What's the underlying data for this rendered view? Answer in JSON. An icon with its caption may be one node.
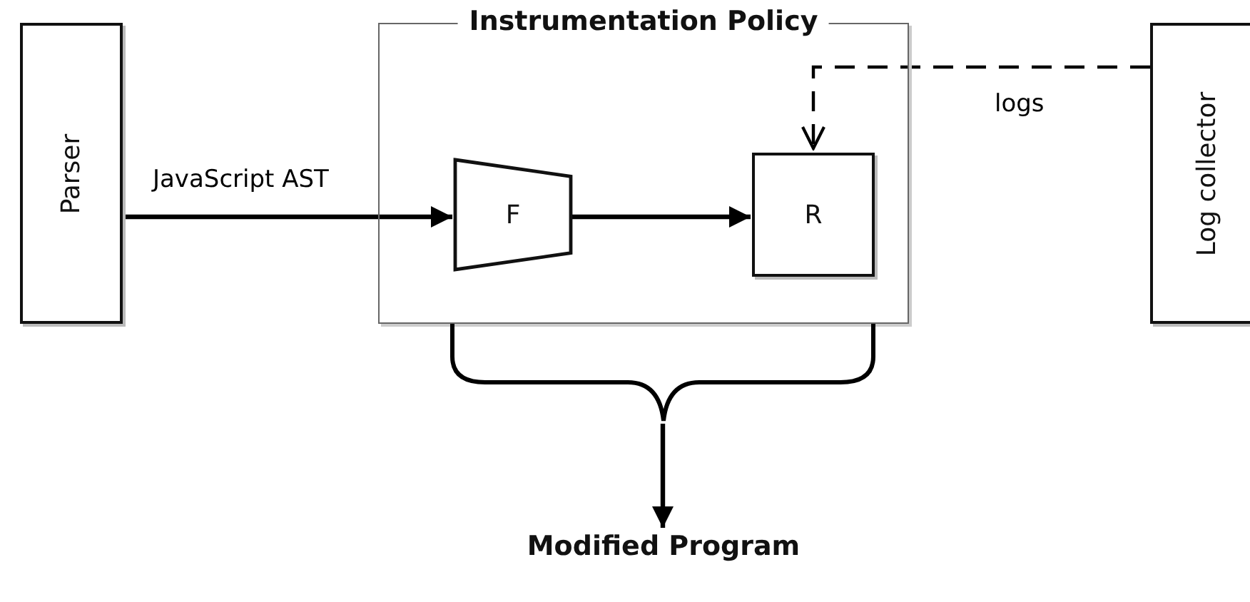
{
  "diagram": {
    "nodes": [
      {
        "text": [
          "Parser"
        ]
      },
      {
        "text": [
          "Instrumentation Policy"
        ]
      },
      {
        "text": [
          "F"
        ],
        "in": 1
      },
      {
        "text": [
          "R"
        ],
        "in": 1
      },
      {
        "text": [
          "Log collector"
        ]
      },
      {
        "text": [
          "Modified Program"
        ]
      },
      {
        "text": [],
        "shape": "brace"
      }
    ],
    "edges": [
      {
        "from": 0,
        "to": 2,
        "arrow": "to",
        "label": "JavaScript AST"
      },
      {
        "from": 2,
        "to": 3,
        "arrow": "to"
      },
      {
        "from": 4,
        "to": 3,
        "arrow": "to",
        "label": "logs",
        "style": "dashed"
      },
      {
        "from": 6,
        "to": 5,
        "arrow": "to"
      }
    ]
  }
}
